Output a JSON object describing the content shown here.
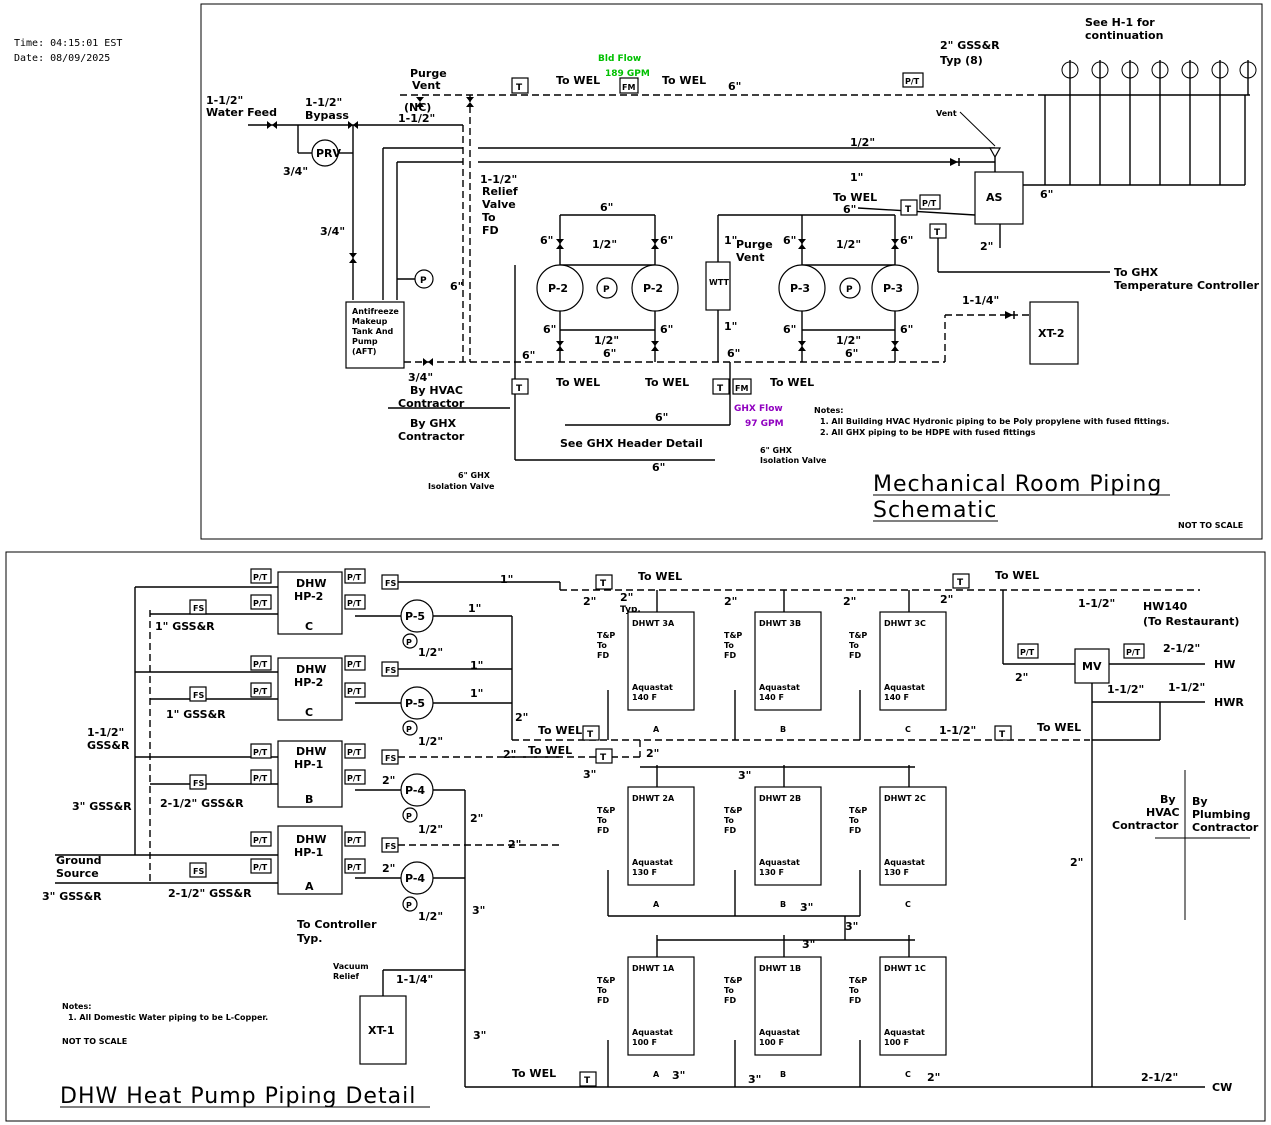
{
  "status": {
    "time": "Time: 04:15:01 EST",
    "date": "Date: 08/09/2025"
  },
  "colors": {
    "bldflow": "#00c000",
    "ghxflow": "#9000c0"
  },
  "mech": {
    "title_line1": "Mechanical Room Piping",
    "title_line2": "Schematic",
    "not_to_scale": "NOT TO SCALE",
    "notes_header": "Notes:",
    "note1": "1.  All Building HVAC Hydronic piping to be Poly propylene with fused fittings.",
    "note2": "2.  All GHX piping to be HDPE with fused fittings",
    "bld_flow_label": "Bld Flow",
    "bld_flow_value": "189 GPM",
    "ghx_flow_label": "GHX Flow",
    "ghx_flow_value": "97 GPM",
    "water_feed_1": "1-1/2\"",
    "water_feed_2": "Water Feed",
    "bypass_1": "1-1/2\"",
    "bypass_2": "Bypass",
    "purge_vent_1": "Purge",
    "purge_vent_2": "Vent",
    "nc": "(NC)",
    "one_half_a": "1-1/2\"",
    "prv": "PRV",
    "three_quarter_a": "3/4\"",
    "three_quarter_b": "3/4\"",
    "three_quarter_c": "3/4\"",
    "relief_1": "1-1/2\"",
    "relief_2": "Relief",
    "relief_3": "Valve",
    "relief_4": "To",
    "relief_5": "FD",
    "six_a": "6\"",
    "six_b": "6\"",
    "six_c": "6\"",
    "six_d": "6\"",
    "six_e": "6\"",
    "six_f": "6\"",
    "six_g": "6\"",
    "six_h": "6\"",
    "six_i": "6\"",
    "six_j": "6\"",
    "six_k": "6\"",
    "six_l": "6\"",
    "six_m": "6\"",
    "six_n": "6\"",
    "six_o": "6\"",
    "six_p": "6\"",
    "six_q": "6\"",
    "six_r": "6\"",
    "six_s": "6\"",
    "half_a": "1/2\"",
    "half_b": "1/2\"",
    "half_c": "1/2\"",
    "half_d": "1/2\"",
    "half_e": "1/2\"",
    "one_a": "1\"",
    "one_b": "1\"",
    "one_c": "1\"",
    "two_a": "2\"",
    "p2": "P-2",
    "p3": "P-3",
    "p": "P",
    "wtt": "WTT",
    "purge2_1": "Purge",
    "purge2_2": "Vent",
    "as": "AS",
    "xt2": "XT-2",
    "to_wel": "To WEL",
    "to_wel_b": "To WEL",
    "t": "T",
    "pt": "P/T",
    "fm": "FM",
    "vent": "Vent",
    "gss_1": "2\"  GSS&R",
    "gss_2": "Typ (8)",
    "see_h1_1": "See H-1  for",
    "see_h1_2": "continuation",
    "to_ghx_1": "To GHX",
    "to_ghx_2": "Temperature Controller",
    "one_quarter": "1-1/4\"",
    "aft_1": "Antifreeze",
    "aft_2": "Makeup",
    "aft_3": "Tank And",
    "aft_4": "Pump",
    "aft_5": "(AFT)",
    "by_hvac_1": "By HVAC",
    "by_hvac_2": "Contractor",
    "by_ghx_1": "By GHX",
    "by_ghx_2": "Contractor",
    "see_ghx": "See GHX  Header Detail",
    "iso_1": "6\" GHX",
    "iso_2": "Isolation Valve"
  },
  "dhw": {
    "title": "DHW Heat Pump Piping Detail",
    "notes_header": "Notes:",
    "note1": "1.  All Domestic Water piping to be L-Copper.",
    "not_to_scale": "NOT TO SCALE",
    "hp2": "HP-2",
    "hp1": "HP-1",
    "dhw": "DHW",
    "letter_a": "A",
    "letter_b": "B",
    "letter_c": "C",
    "pt": "P/T",
    "fs": "FS",
    "t": "T",
    "p5": "P-5",
    "p4": "P-4",
    "p": "P",
    "one": "1\"",
    "two": "2\"",
    "three": "3\"",
    "half": "1/2\"",
    "gss_1in": "1\"  GSS&R",
    "gss_1h_1": "1-1/2\"",
    "gss_1h_2": "GSS&R",
    "gss_3": "3\"  GSS&R",
    "gss_212": "2-1/2\"  GSS&R",
    "ground_1": "Ground",
    "ground_2": "Source",
    "to_controller_1": "To Controller",
    "to_controller_2": "Typ.",
    "vacuum_1": "Vacuum",
    "vacuum_2": "Relief",
    "one_quarter": "1-1/4\"",
    "xt1": "XT-1",
    "to_wel": "To WEL",
    "typ": "Typ.",
    "tp_1": "T&P",
    "tp_2": "To",
    "tp_3": "FD",
    "aquastat": "Aquastat",
    "t140": "140 F",
    "t130": "130 F",
    "t100": "100 F",
    "tanks": [
      "DHWT 3A",
      "DHWT 3B",
      "DHWT 3C",
      "DHWT 2A",
      "DHWT 2B",
      "DHWT 2C",
      "DHWT 1A",
      "DHWT 1B",
      "DHWT 1C"
    ],
    "mv": "MV",
    "hw140_1": "HW140",
    "hw140_2": "(To Restaurant)",
    "hw": "HW",
    "hwr": "HWR",
    "cw": "CW",
    "one_half": "1-1/2\"",
    "two_half": "2-1/2\"",
    "by_hvac_1": "By",
    "by_hvac_2": "HVAC",
    "by_hvac_3": "Contractor",
    "by_plumb_1": "By",
    "by_plumb_2": "Plumbing",
    "by_plumb_3": "Contractor"
  }
}
